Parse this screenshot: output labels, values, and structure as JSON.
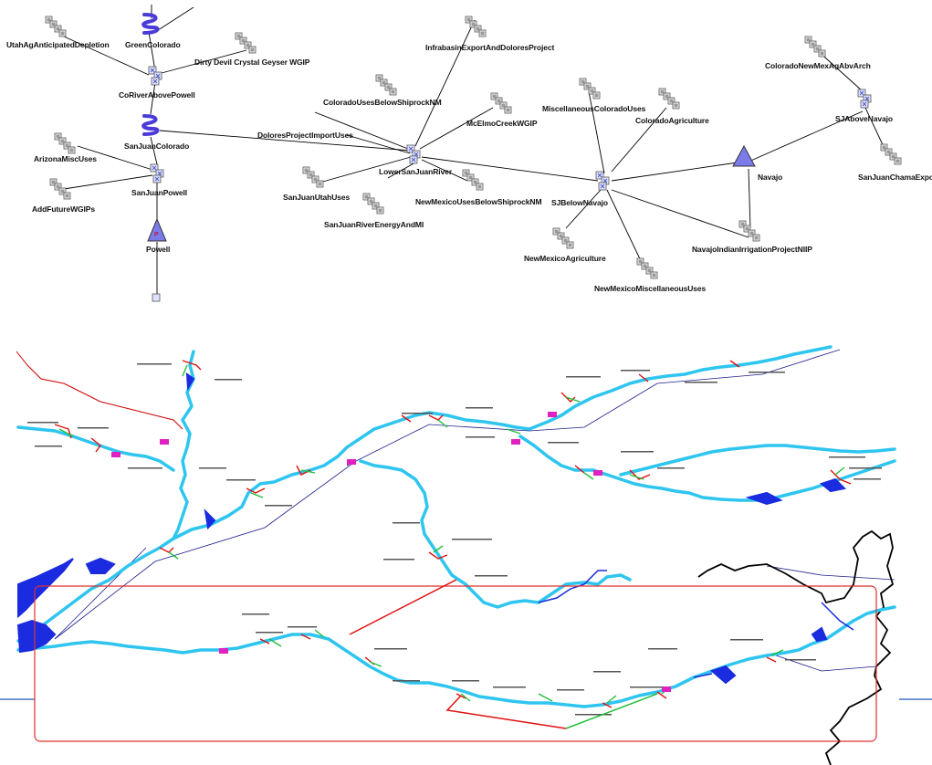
{
  "network": {
    "nodes": [
      {
        "id": "green",
        "label": "GreenColorado",
        "type": "river"
      },
      {
        "id": "utahdep",
        "label": "UtahAgAnticipatedDepletion",
        "type": "demand"
      },
      {
        "id": "dirty",
        "label": "Dirty Devil Crystal Geyser WGIP",
        "type": "demand"
      },
      {
        "id": "coabove",
        "label": "CoRiverAbovePowell",
        "type": "confluence"
      },
      {
        "id": "sjcol",
        "label": "SanJuanColorado",
        "type": "river"
      },
      {
        "id": "azmi",
        "label": "ArizonaMiscUses",
        "type": "demand"
      },
      {
        "id": "sjpowell",
        "label": "SanJuanPowell",
        "type": "confluence"
      },
      {
        "id": "addfut",
        "label": "AddFutureWGIPs",
        "type": "demand"
      },
      {
        "id": "powell",
        "label": "Powell",
        "type": "reservoir",
        "badge": "P"
      },
      {
        "id": "infra",
        "label": "InfrabasinExportAndDoloresProject",
        "type": "demand"
      },
      {
        "id": "couses",
        "label": "ColoradoUsesBelowShiprockNM",
        "type": "demand"
      },
      {
        "id": "mcelmo",
        "label": "McElmoCreekWGIP",
        "type": "demand"
      },
      {
        "id": "dolores",
        "label": "DoloresProjectImportUses",
        "type": "demand"
      },
      {
        "id": "lower",
        "label": "LowerSanJuanRiver",
        "type": "confluence"
      },
      {
        "id": "sjutah",
        "label": "SanJuanUtahUses",
        "type": "demand"
      },
      {
        "id": "sjenergy",
        "label": "SanJuanRiverEnergyAndMI",
        "type": "demand"
      },
      {
        "id": "nmuses",
        "label": "NewMexicoUsesBelowShiprockNM",
        "type": "demand"
      },
      {
        "id": "misccol",
        "label": "MiscellaneousColoradoUses",
        "type": "demand"
      },
      {
        "id": "coag",
        "label": "ColoradoAgriculture",
        "type": "demand"
      },
      {
        "id": "sjbelow",
        "label": "SJBelowNavajo",
        "type": "confluence"
      },
      {
        "id": "nmag",
        "label": "NewMexicoAgriculture",
        "type": "demand"
      },
      {
        "id": "nmmisc",
        "label": "NewMexicoMiscellaneousUses",
        "type": "demand"
      },
      {
        "id": "navajo",
        "label": "Navajo",
        "type": "reservoir"
      },
      {
        "id": "nmarch",
        "label": "ColoradoNewMexAgAbvArch",
        "type": "demand"
      },
      {
        "id": "sjabove",
        "label": "SJAboveNavajo",
        "type": "confluence"
      },
      {
        "id": "sjchama",
        "label": "SanJuanChamaExport",
        "type": "demand"
      },
      {
        "id": "niip",
        "label": "NavajoIndianIrrigationProjectNIIP",
        "type": "demand"
      }
    ]
  },
  "colors": {
    "link": "#000000",
    "reservoir": "#7b7bea",
    "river": "#4a3ad8",
    "river_main": "#2ec5ef",
    "river_blue": "#1a2be0",
    "state_line": "#cc0000",
    "region_box": "#e03030",
    "diversion_red": "#e01010",
    "diversion_green": "#1fbf3a",
    "border": "#000000",
    "separator": "#4472c4"
  },
  "map": {
    "tiny_labels": [
      "",
      "",
      "",
      "",
      "",
      "",
      "",
      "",
      "",
      "",
      "",
      "",
      "",
      "",
      "",
      "",
      "",
      "",
      "",
      "",
      "",
      "",
      "",
      "",
      "",
      "",
      "",
      "",
      "",
      "",
      "",
      "",
      "",
      "",
      "",
      "",
      "",
      "",
      "",
      ""
    ]
  }
}
